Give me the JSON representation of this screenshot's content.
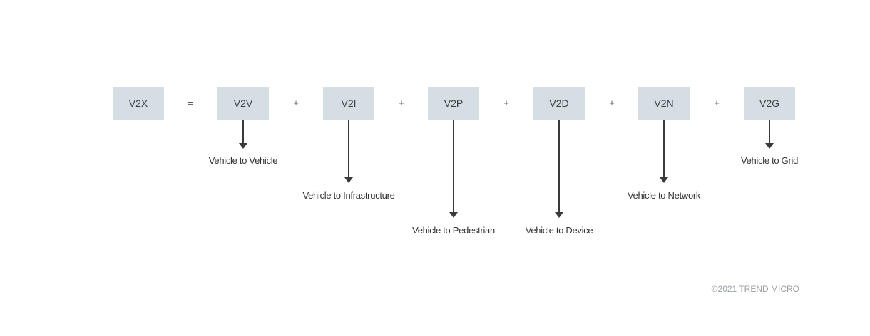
{
  "diagram": {
    "total": "V2X",
    "equals": "=",
    "components": [
      {
        "abbr": "V2V",
        "label": "Vehicle to Vehicle"
      },
      {
        "abbr": "V2I",
        "label": "Vehicle to Infrastructure"
      },
      {
        "abbr": "V2P",
        "label": "Vehicle to Pedestrian"
      },
      {
        "abbr": "V2D",
        "label": "Vehicle to Device"
      },
      {
        "abbr": "V2N",
        "label": "Vehicle to Network"
      },
      {
        "abbr": "V2G",
        "label": "Vehicle to Grid"
      }
    ],
    "plus": "+"
  },
  "colors": {
    "box": "#d5dee3",
    "arrow": "#3a3a3a",
    "credit": "#9aa0a6"
  },
  "credit": "©2021 TREND MICRO"
}
